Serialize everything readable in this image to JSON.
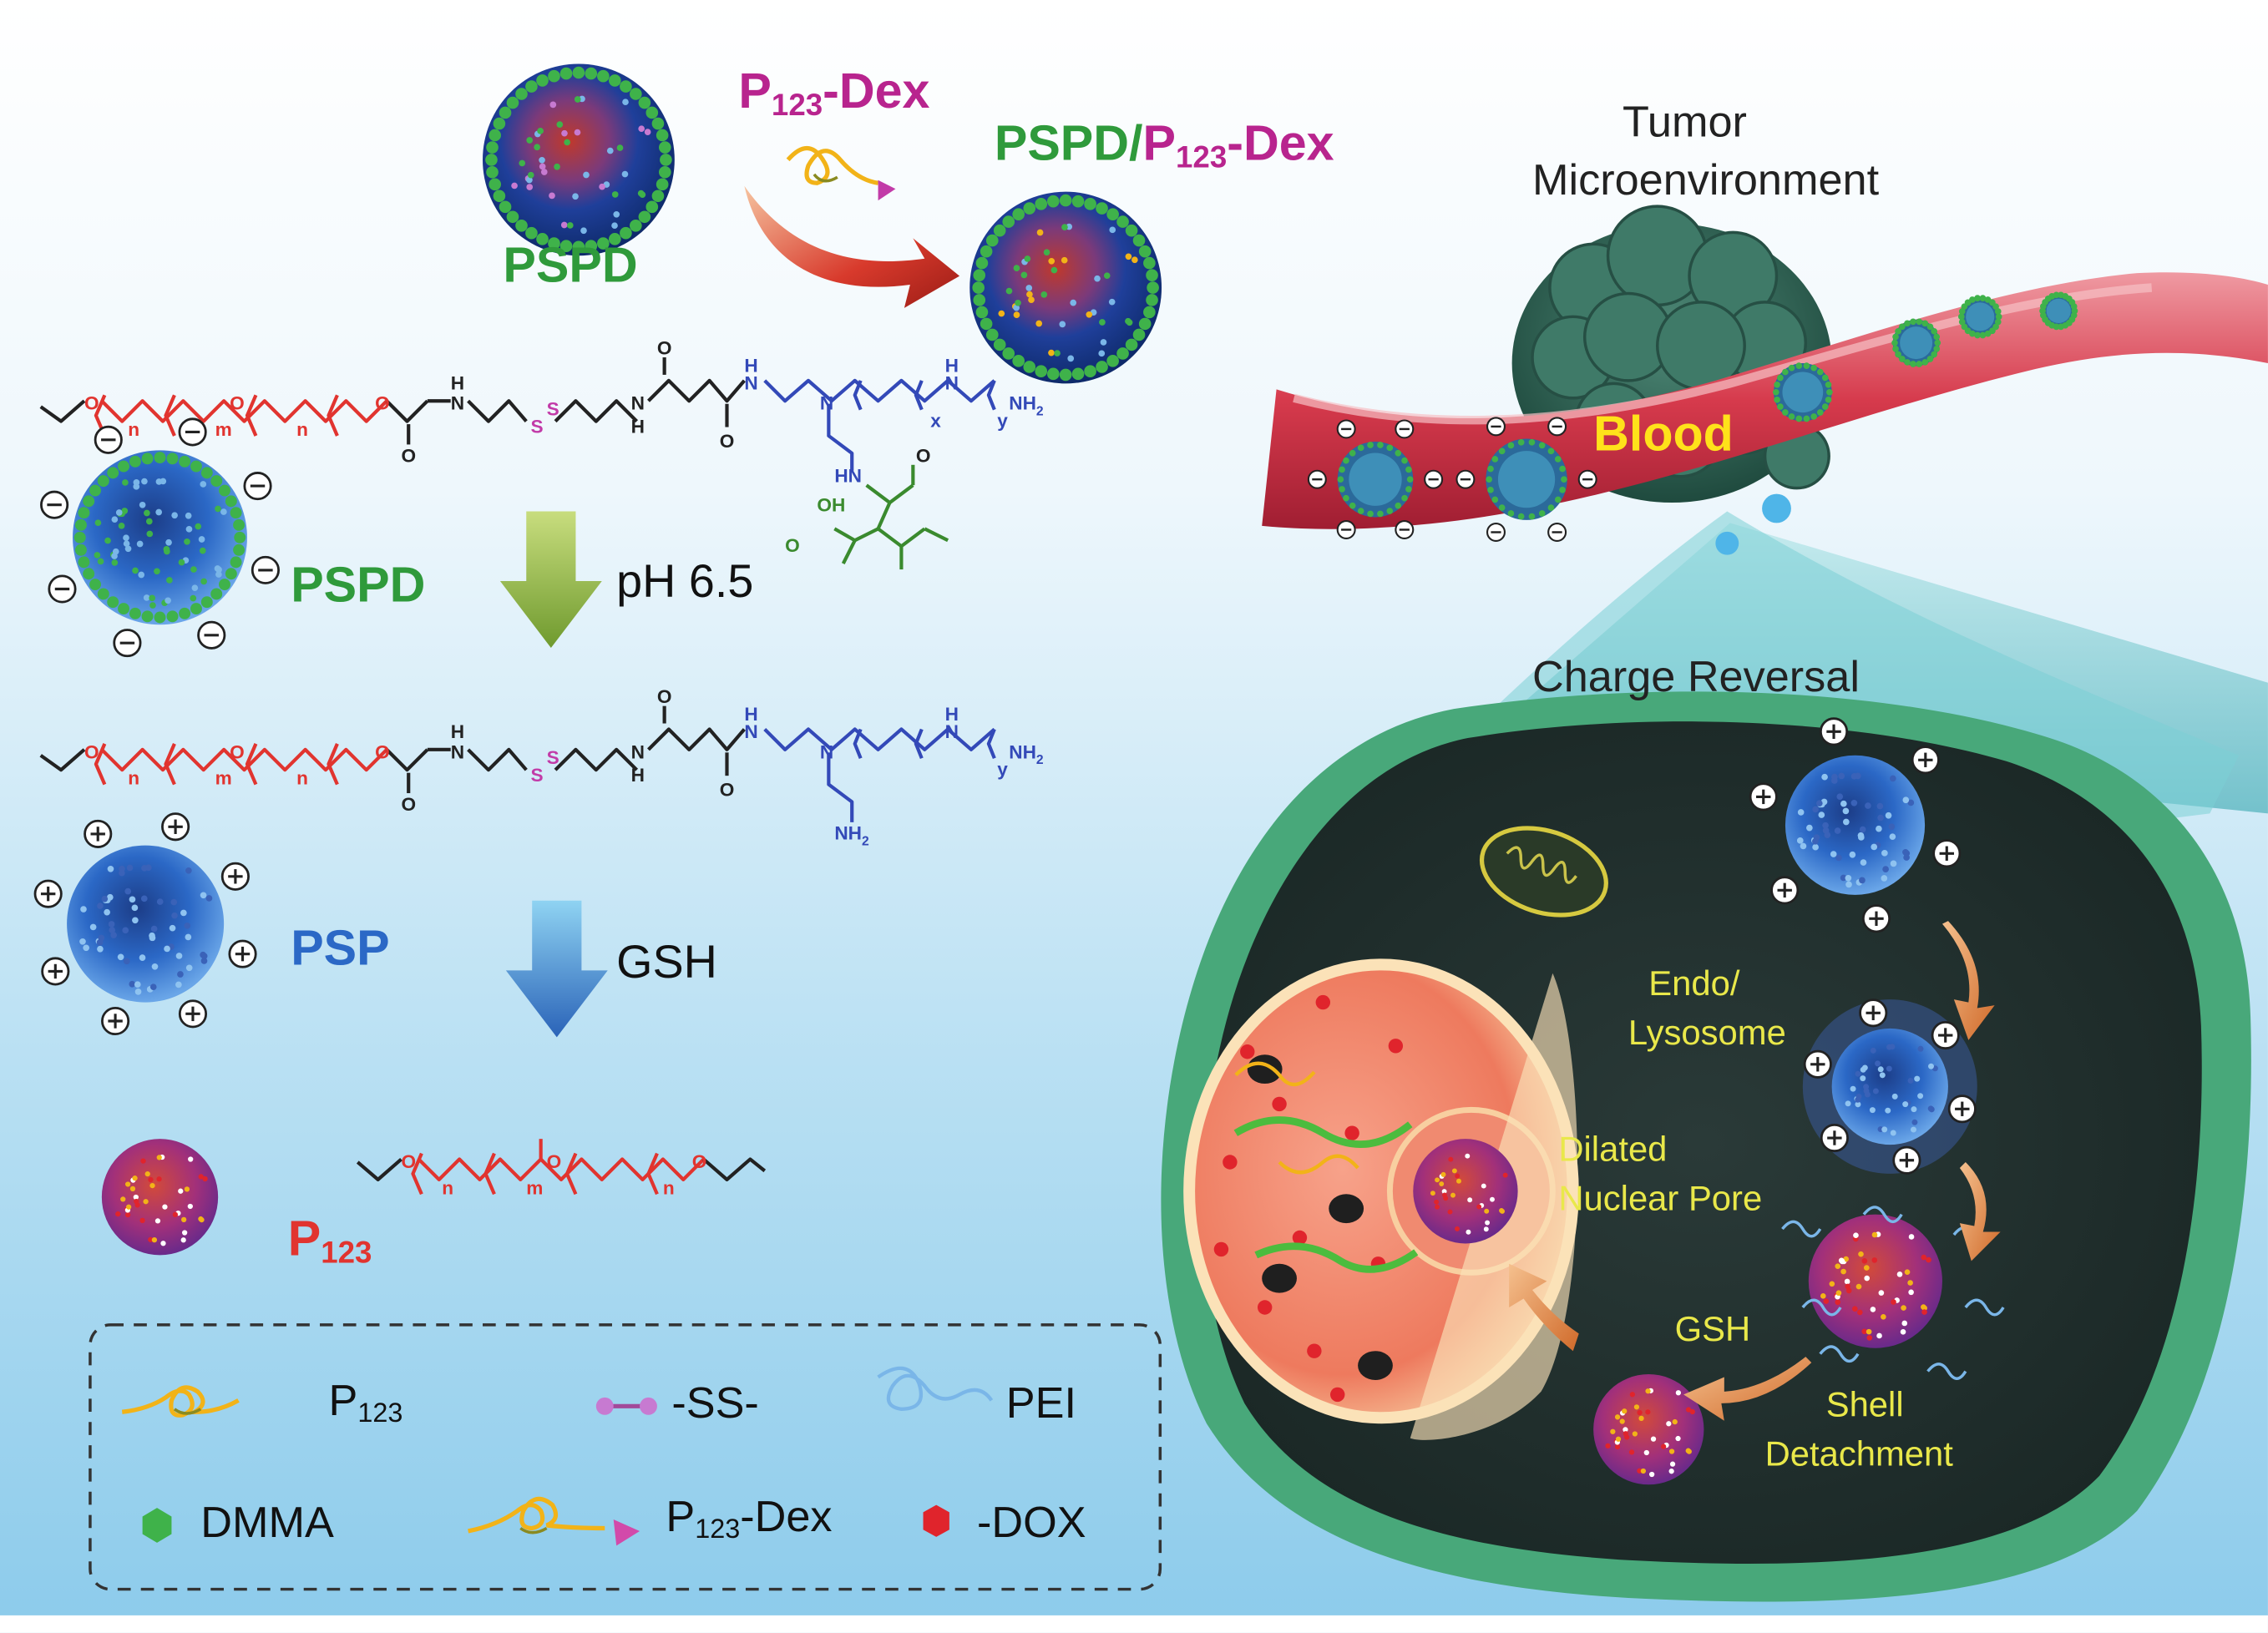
{
  "colors": {
    "pspd_green": "#2f9a3b",
    "p123_magenta": "#b8248e",
    "peg_red": "#e1342f",
    "psp_blue": "#2b68c6",
    "blood_yellow": "#ffe21a",
    "cell_text": "#e9e84a",
    "pei_blue": "#3349b8",
    "dmma_green": "#3a8a2e",
    "dox_red": "#e0242c"
  },
  "labels": {
    "p123_dex_reagent": {
      "main": "P",
      "sub": "123",
      "tail": "-Dex"
    },
    "pspd_top": "PSPD",
    "pspd_p123dex": {
      "pspd": "PSPD/",
      "main": "P",
      "sub": "123",
      "tail": "-Dex"
    },
    "pspd_mid": "PSPD",
    "psp": "PSP",
    "p123": {
      "main": "P",
      "sub": "123"
    }
  },
  "steps": {
    "ph": "pH 6.5",
    "gsh": "GSH"
  },
  "chain_text": {
    "sub_n": "n",
    "sub_m": "m",
    "sub_x": "x",
    "sub_y": "y",
    "s": "S",
    "n_atom": "N",
    "h": "H",
    "o": "O",
    "nh2": "NH",
    "hn": "HN",
    "oh": "OH"
  },
  "scene": {
    "tumor_title_1": "Tumor",
    "tumor_title_2": "Microenvironment",
    "blood": "Blood",
    "charge_reversal": "Charge Reversal"
  },
  "cell": {
    "endo_1": "Endo/",
    "endo_2": "Lysosome",
    "nuclear_1": "Dilated",
    "nuclear_2": "Nuclear Pore",
    "gsh": "GSH",
    "shell_1": "Shell",
    "shell_2": "Detachment"
  },
  "legend": {
    "p123": {
      "main": "P",
      "sub": "123"
    },
    "ss": "-SS-",
    "pei": "PEI",
    "dmma": "DMMA",
    "p123dex": {
      "main": "P",
      "sub": "123",
      "tail": "-Dex"
    },
    "dox": "-DOX"
  }
}
